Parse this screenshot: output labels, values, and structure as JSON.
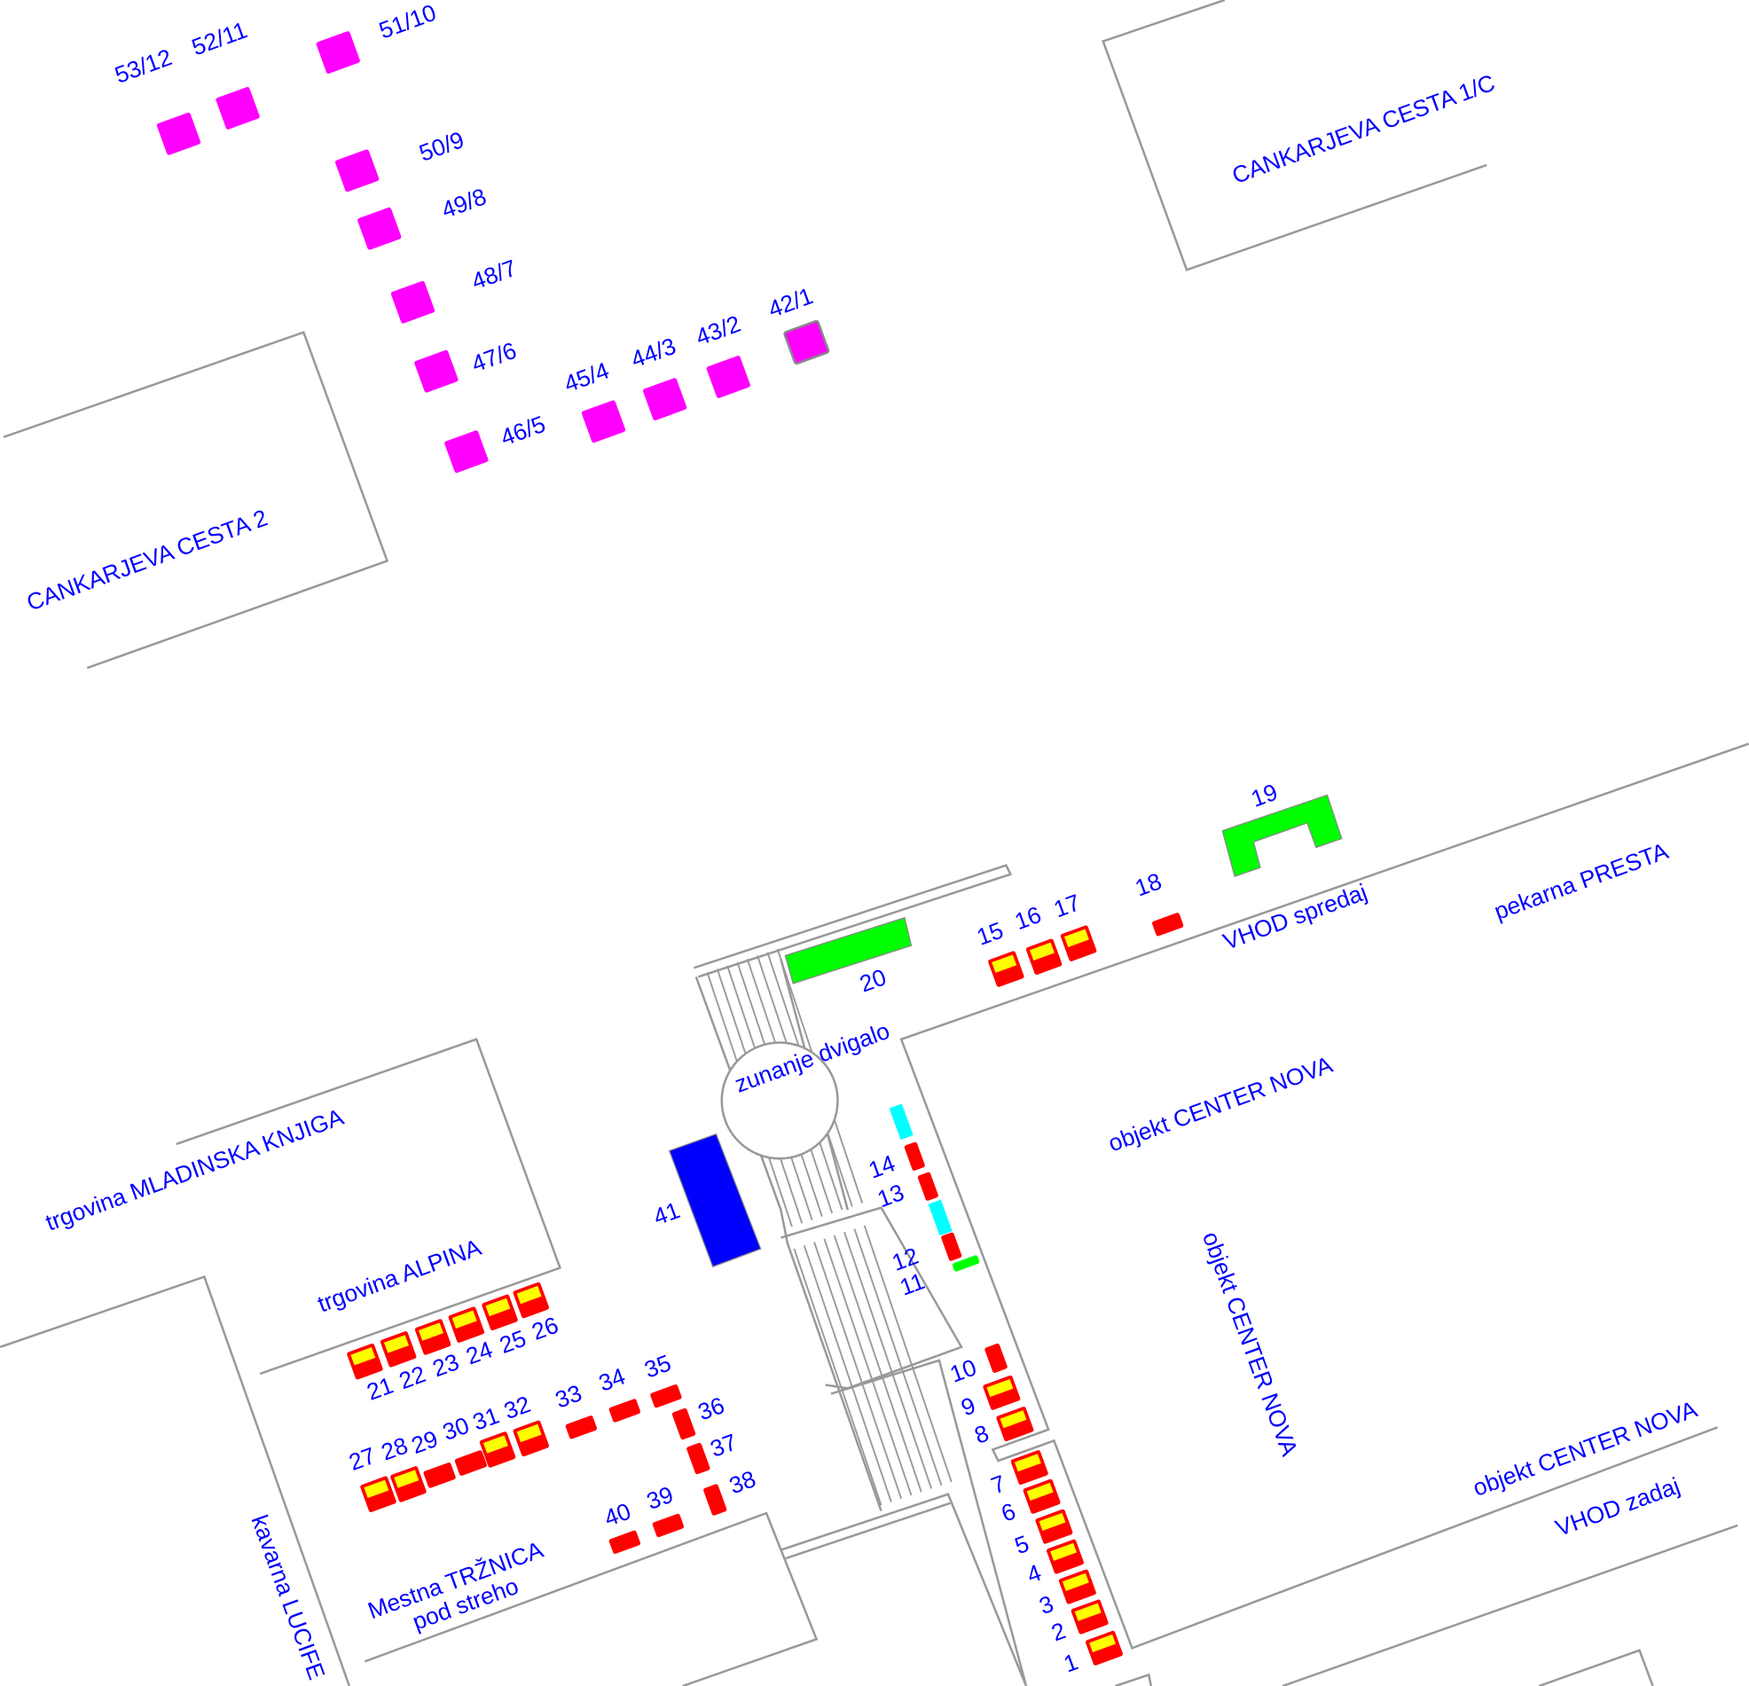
{
  "colors": {
    "label": "#0000ff",
    "free": "#ff0000",
    "partial": "#ffff00",
    "special": "#ff00ff",
    "green": "#00ff00",
    "cyan": "#00ffff",
    "blue": "#0000ff",
    "wall": "#999999"
  },
  "buildings": {
    "cankarjeva_1c": "CANKARJEVA CESTA 1/C",
    "cankarjeva_2": "CANKARJEVA CESTA 2",
    "mladinska": "trgovina MLADINSKA KNJIGA",
    "alpina": "trgovina ALPINA",
    "center_nova_1": "objekt CENTER NOVA",
    "center_nova_2": "objekt CENTER NOVA",
    "center_nova_3": "objekt CENTER NOVA",
    "presta": "pekarna PRESTA",
    "vhod_spredaj": "VHOD spredaj",
    "vhod_zadaj": "VHOD zadaj",
    "dvigalo": "zunanje dvigalo",
    "kavarna": "kavarna LUCIFE",
    "trznica_1": "Mestna TRŽNICA",
    "trznica_2": "pod streho"
  },
  "stalls": [
    {
      "id": "53/12",
      "type": "special"
    },
    {
      "id": "52/11",
      "type": "special"
    },
    {
      "id": "51/10",
      "type": "special"
    },
    {
      "id": "50/9",
      "type": "special"
    },
    {
      "id": "49/8",
      "type": "special"
    },
    {
      "id": "48/7",
      "type": "special"
    },
    {
      "id": "47/6",
      "type": "special"
    },
    {
      "id": "46/5",
      "type": "special"
    },
    {
      "id": "45/4",
      "type": "special"
    },
    {
      "id": "44/3",
      "type": "special"
    },
    {
      "id": "43/2",
      "type": "special"
    },
    {
      "id": "42/1",
      "type": "special-outlined"
    },
    {
      "id": "1",
      "type": "partial"
    },
    {
      "id": "2",
      "type": "partial"
    },
    {
      "id": "3",
      "type": "partial"
    },
    {
      "id": "4",
      "type": "partial"
    },
    {
      "id": "5",
      "type": "partial"
    },
    {
      "id": "6",
      "type": "partial"
    },
    {
      "id": "7",
      "type": "partial"
    },
    {
      "id": "8",
      "type": "partial"
    },
    {
      "id": "9",
      "type": "partial"
    },
    {
      "id": "10",
      "type": "free"
    },
    {
      "id": "11",
      "type": "green"
    },
    {
      "id": "12",
      "type": "free"
    },
    {
      "id": "13",
      "type": "free"
    },
    {
      "id": "14",
      "type": "free"
    },
    {
      "id": "15",
      "type": "partial"
    },
    {
      "id": "16",
      "type": "partial"
    },
    {
      "id": "17",
      "type": "partial"
    },
    {
      "id": "18",
      "type": "free"
    },
    {
      "id": "19",
      "type": "green"
    },
    {
      "id": "20",
      "type": "green"
    },
    {
      "id": "21",
      "type": "partial"
    },
    {
      "id": "22",
      "type": "partial"
    },
    {
      "id": "23",
      "type": "partial"
    },
    {
      "id": "24",
      "type": "partial"
    },
    {
      "id": "25",
      "type": "partial"
    },
    {
      "id": "26",
      "type": "partial"
    },
    {
      "id": "27",
      "type": "partial"
    },
    {
      "id": "28",
      "type": "partial"
    },
    {
      "id": "29",
      "type": "free"
    },
    {
      "id": "30",
      "type": "free"
    },
    {
      "id": "31",
      "type": "partial"
    },
    {
      "id": "32",
      "type": "partial"
    },
    {
      "id": "33",
      "type": "free"
    },
    {
      "id": "34",
      "type": "free"
    },
    {
      "id": "35",
      "type": "free"
    },
    {
      "id": "36",
      "type": "free"
    },
    {
      "id": "37",
      "type": "free"
    },
    {
      "id": "38",
      "type": "free"
    },
    {
      "id": "39",
      "type": "free"
    },
    {
      "id": "40",
      "type": "free"
    },
    {
      "id": "41",
      "type": "blue"
    }
  ]
}
